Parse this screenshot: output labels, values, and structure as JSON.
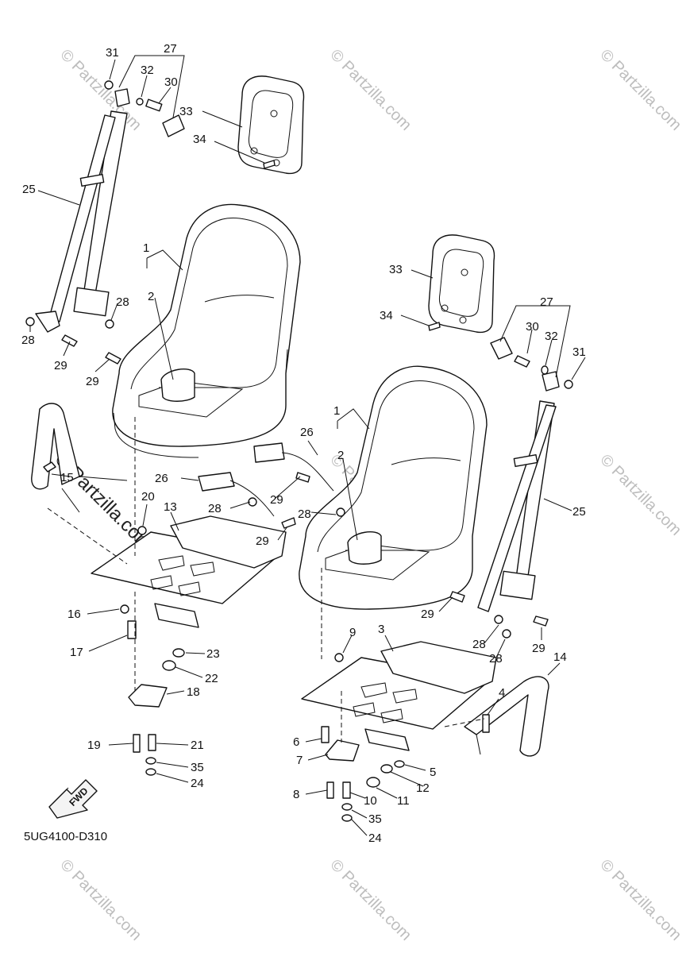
{
  "diagram": {
    "code": "5UG4100-D310",
    "fwd_arrow_text": "FWD",
    "watermark": "© Partzilla.com",
    "callouts": [
      "1",
      "2",
      "3",
      "4",
      "5",
      "6",
      "7",
      "8",
      "9",
      "10",
      "11",
      "12",
      "13",
      "14",
      "15",
      "16",
      "17",
      "18",
      "19",
      "20",
      "21",
      "22",
      "23",
      "24",
      "25",
      "26",
      "27",
      "28",
      "29",
      "30",
      "31",
      "32",
      "33",
      "34",
      "35"
    ]
  }
}
